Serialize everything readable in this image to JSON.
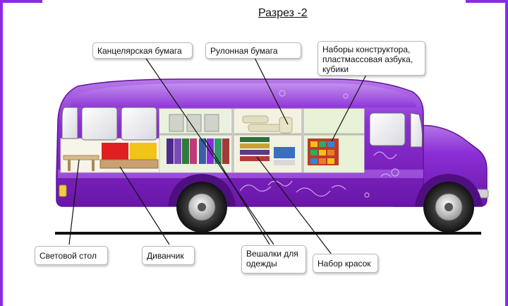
{
  "title": "Разрез -2",
  "labels": {
    "office_paper": "Канцелярская бумага",
    "roll_paper": "Рулонная бумага",
    "construction_sets": "Наборы конструктора,\nпластмассовая азбука,\nкубики",
    "light_table": "Световой стол",
    "sofa": "Диванчик",
    "hangers": "Вешалки для\nодежды",
    "paint_set": "Набор красок"
  },
  "colors": {
    "bus_body": "#8b2fd6",
    "bus_dark": "#5f1399",
    "bus_light": "#b77ae8",
    "frame": "#8a2be2"
  }
}
